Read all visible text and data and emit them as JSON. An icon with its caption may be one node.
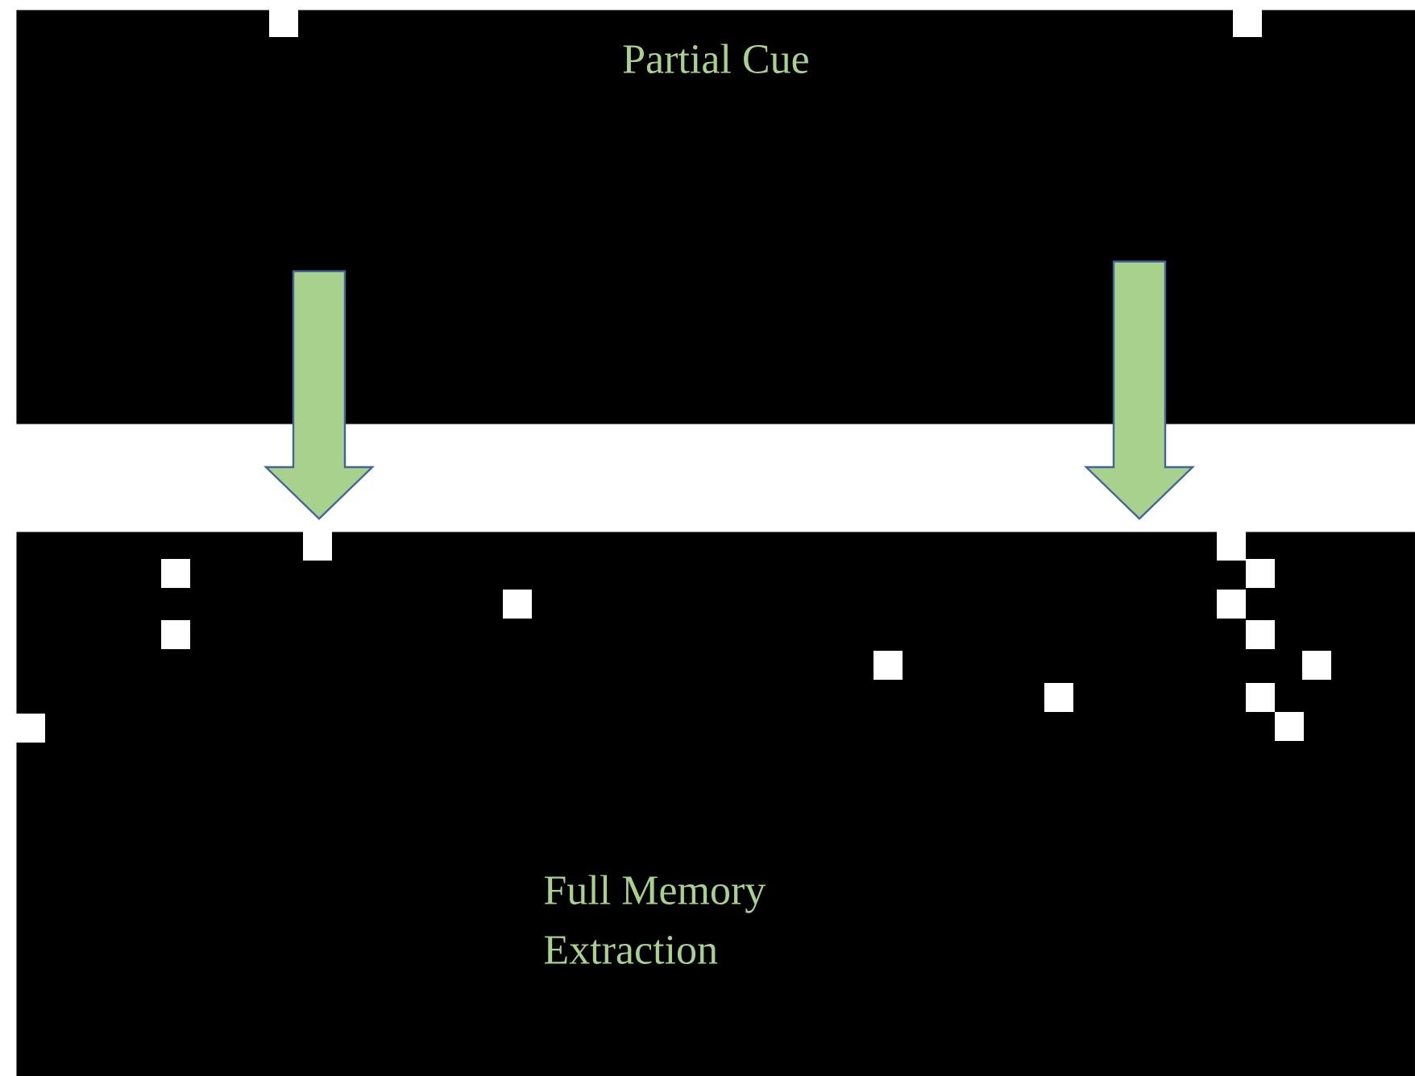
{
  "diagram": {
    "nodes": [
      {
        "text": [
          "Partial Cue"
        ]
      },
      {
        "text": [
          "Full Memory Extraction"
        ]
      }
    ],
    "edges": [
      {
        "from": 0,
        "to": 1,
        "arrow": "to"
      },
      {
        "from": 0,
        "to": 1,
        "arrow": "to"
      }
    ]
  }
}
